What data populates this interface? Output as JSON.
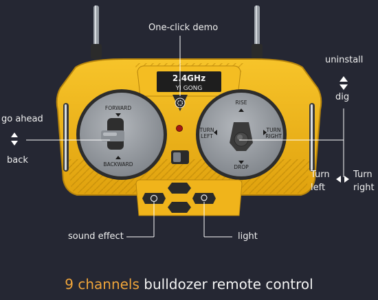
{
  "device": {
    "brand_line1": "2.4GHz",
    "brand_line2": "YI GONG",
    "left_stick": {
      "forward": "FORWARD",
      "backward": "BACKWARD"
    },
    "right_stick": {
      "rise": "RISE",
      "drop": "DROP",
      "turn_left": "TURN LEFT",
      "turn_right": "TURN RIGHT"
    },
    "body_color": "#f2b517",
    "dial_color": "#9a9ea4"
  },
  "callouts": {
    "demo": "One-click demo",
    "go_ahead": "go ahead",
    "back": "back",
    "uninstall": "uninstall",
    "dig": "dig",
    "turn_left": "Turn left",
    "turn_right": "Turn right",
    "sound_effect": "sound effect",
    "light": "light"
  },
  "caption": {
    "accent": "9 channels",
    "rest": " bulldozer remote control",
    "accent_color": "#f0a53a"
  }
}
